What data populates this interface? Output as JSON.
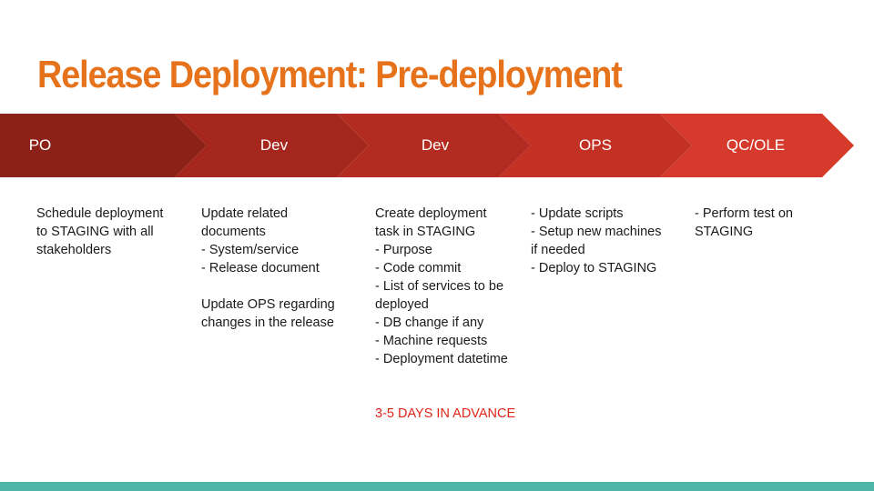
{
  "slide": {
    "title": "Release Deployment: Pre-deployment"
  },
  "stages": [
    {
      "label": "PO",
      "color": "#8b2119"
    },
    {
      "label": "Dev",
      "color": "#a5261c"
    },
    {
      "label": "Dev",
      "color": "#b32b21"
    },
    {
      "label": "OPS",
      "color": "#c33125"
    },
    {
      "label": "QC/OLE",
      "color": "#d63a2d"
    }
  ],
  "columns": [
    {
      "lines": [
        "Schedule deployment",
        "to STAGING with all",
        "stakeholders"
      ]
    },
    {
      "lines": [
        "Update related",
        "documents",
        "- System/service",
        "- Release document"
      ],
      "lines2": [
        "Update  OPS regarding",
        "changes in the release"
      ]
    },
    {
      "lines": [
        "Create deployment",
        "task in STAGING",
        "- Purpose",
        "- Code commit",
        "- List of services to be",
        "deployed",
        "- DB change if any",
        "- Machine requests",
        "- Deployment datetime"
      ],
      "note": "3-5 DAYS IN ADVANCE"
    },
    {
      "lines": [
        "- Update scripts",
        "- Setup new machines",
        "if needed",
        "- Deploy to STAGING"
      ]
    },
    {
      "lines": [
        "- Perform test on",
        "STAGING"
      ]
    }
  ],
  "colors": {
    "title": "#e6721c",
    "accent_note": "#e0251b",
    "bottom_bar": "#4db6a8"
  }
}
